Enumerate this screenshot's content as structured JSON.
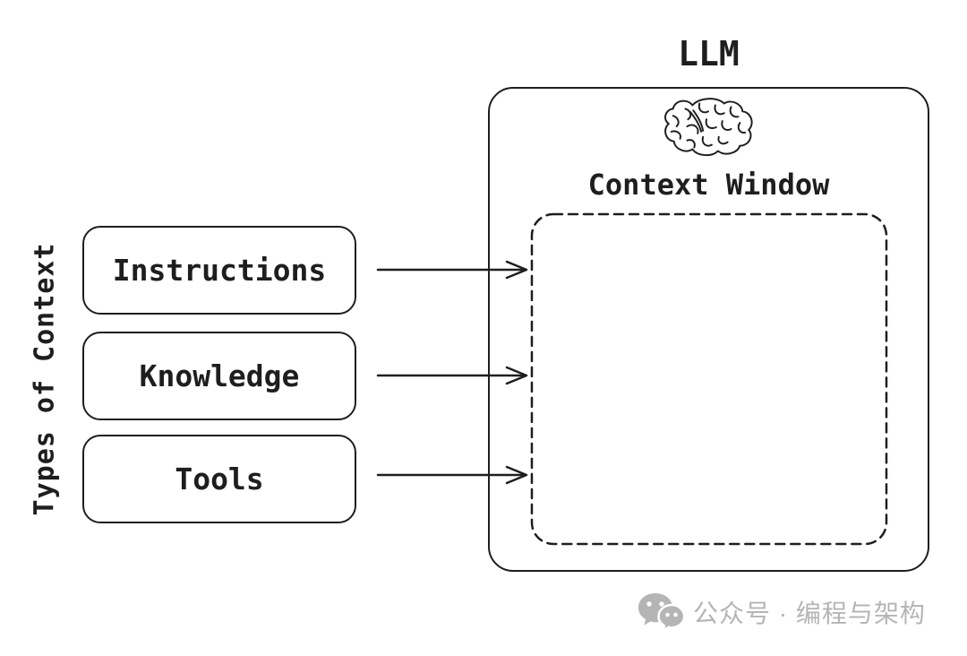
{
  "diagram": {
    "llm_title": "LLM",
    "context_window_label": "Context Window",
    "types_label": "Types of Context",
    "sources": [
      {
        "id": "instructions",
        "label": "Instructions"
      },
      {
        "id": "knowledge",
        "label": "Knowledge"
      },
      {
        "id": "tools",
        "label": "Tools"
      }
    ],
    "arrows": [
      {
        "from": "Instructions",
        "to": "Context Window"
      },
      {
        "from": "Knowledge",
        "to": "Context Window"
      },
      {
        "from": "Tools",
        "to": "Context Window"
      }
    ],
    "icons": [
      "brain-icon"
    ]
  },
  "watermark": {
    "icon": "wechat-icon",
    "text": "公众号 · 编程与架构"
  },
  "colors": {
    "stroke": "#1e1e1e",
    "background": "#ffffff",
    "watermark": "#b5b5b5"
  }
}
